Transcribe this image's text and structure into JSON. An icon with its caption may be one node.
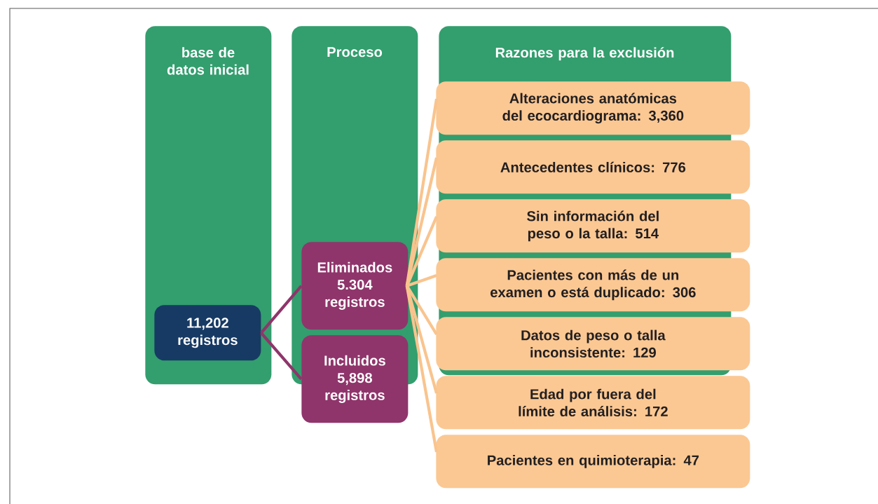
{
  "diagram": {
    "nodes": [
      {
        "text": [
          "base de datos inicial"
        ]
      },
      {
        "text": [
          "Proceso"
        ]
      },
      {
        "text": [
          "Razones para la exclusión"
        ]
      },
      {
        "text": [
          "11,202 registros"
        ],
        "in": 0
      },
      {
        "text": [
          "Eliminados 5.304 registros"
        ],
        "in": 1
      },
      {
        "text": [
          "Incluidos 5,898 registros"
        ]
      },
      {
        "text": [
          "Alteraciones anatómicas del ecocardiograma: 3,360"
        ]
      },
      {
        "text": [
          "Antecedentes clínicos: 776"
        ]
      },
      {
        "text": [
          "Sin información del peso o la talla: 514"
        ]
      },
      {
        "text": [
          "Pacientes con más de un examen o está duplicado: 306"
        ]
      },
      {
        "text": [
          "Datos de peso o talla inconsistente: 129"
        ]
      },
      {
        "text": [
          "Edad por fuera del límite de análisis: 172"
        ]
      },
      {
        "text": [
          "Pacientes en quimioterapia: 47"
        ]
      }
    ],
    "edges": [
      {
        "from": 3,
        "to": 4,
        "arrow": "none",
        "color": "#8f356b"
      },
      {
        "from": 3,
        "to": 5,
        "arrow": "none",
        "color": "#8f356b"
      },
      {
        "from": 4,
        "to": 6,
        "arrow": "none"
      },
      {
        "from": 4,
        "to": 7,
        "arrow": "none"
      },
      {
        "from": 4,
        "to": 8,
        "arrow": "none"
      },
      {
        "from": 4,
        "to": 9,
        "arrow": "none"
      },
      {
        "from": 4,
        "to": 10,
        "arrow": "none"
      },
      {
        "from": 4,
        "to": 11,
        "arrow": "none"
      },
      {
        "from": 4,
        "to": 12,
        "arrow": "none"
      }
    ]
  }
}
